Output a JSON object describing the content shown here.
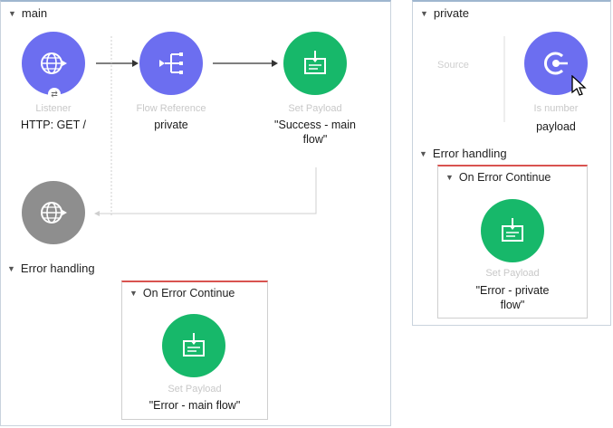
{
  "main": {
    "title": "main",
    "nodes": {
      "listener": {
        "type": "Listener",
        "value": "HTTP: GET /"
      },
      "flow_ref": {
        "type": "Flow Reference",
        "value": "private"
      },
      "set_payload": {
        "type": "Set Payload",
        "value_line1": "\"Success - main",
        "value_line2": "flow\""
      }
    },
    "error_handling": {
      "title": "Error handling",
      "scope_title": "On Error Continue",
      "node": {
        "type": "Set Payload",
        "value": "\"Error - main flow\""
      }
    }
  },
  "private": {
    "title": "private",
    "source_label": "Source",
    "node": {
      "type": "Is number",
      "value": "payload"
    },
    "error_handling": {
      "title": "Error handling",
      "scope_title": "On Error Continue",
      "node": {
        "type": "Set Payload",
        "value_line1": "\"Error - private",
        "value_line2": "flow\""
      }
    }
  },
  "icons": {
    "listener": "globe-arrow-icon",
    "flow_ref": "flow-branch-icon",
    "set_payload": "set-payload-icon",
    "is_number": "validate-icon",
    "response": "globe-arrow-icon"
  },
  "colors": {
    "connector": "#6c6ef0",
    "transformer": "#17b86a",
    "inactive": "#8e8e8e",
    "error_accent": "#d9534f"
  }
}
